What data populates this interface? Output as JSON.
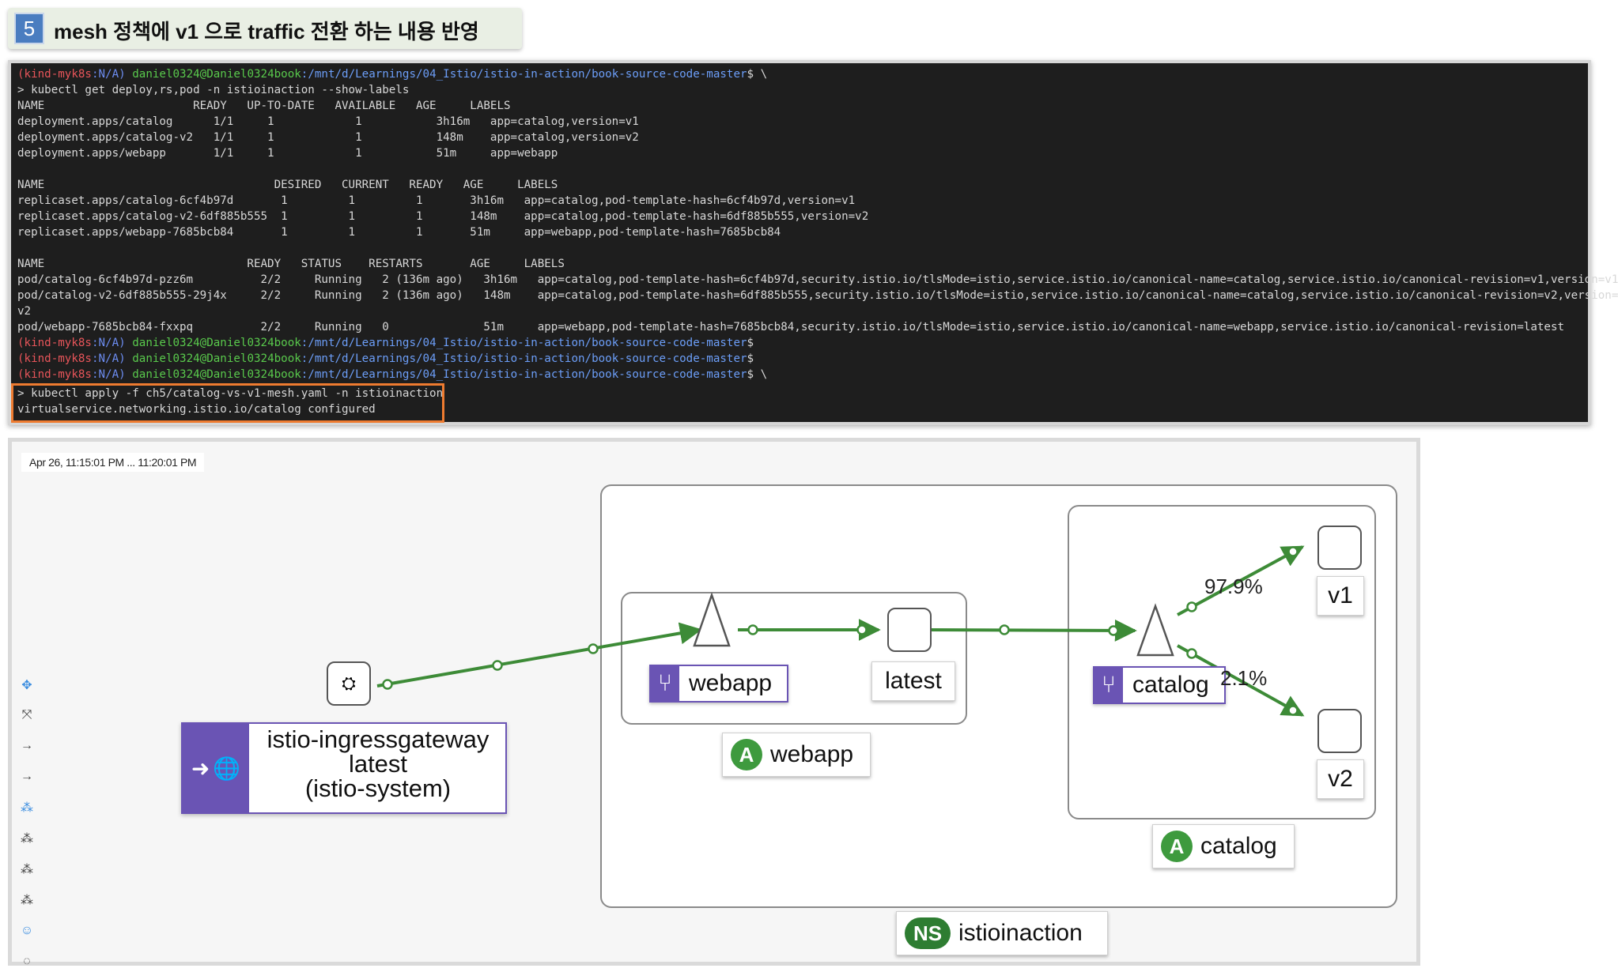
{
  "header": {
    "step_number": "5",
    "title": "mesh 정책에 v1 으로 traffic 전환 하는 내용 반영"
  },
  "terminal": {
    "prompt": {
      "context": "(kind-myk8s",
      "colon_na": ":N/A)",
      "user_host": "daniel0324@Daniel0324book",
      "path": ":/mnt/d/Learnings/04_Istio/istio-in-action/book-source-code-master",
      "suffix": "$ \\",
      "suffix_plain": "$",
      "path_partial": ":/mnt/d/Learnings/04_Istio/istio-in-action/book-source-code-master"
    },
    "cmd_get": "> kubectl get deploy,rs,pod -n istioinaction --show-labels",
    "deploy_header": "NAME                      READY   UP-TO-DATE   AVAILABLE   AGE     LABELS",
    "deploy_rows": [
      "deployment.apps/catalog      1/1     1            1           3h16m   app=catalog,version=v1",
      "deployment.apps/catalog-v2   1/1     1            1           148m    app=catalog,version=v2",
      "deployment.apps/webapp       1/1     1            1           51m     app=webapp"
    ],
    "rs_header": "NAME                                  DESIRED   CURRENT   READY   AGE     LABELS",
    "rs_rows": [
      "replicaset.apps/catalog-6cf4b97d       1         1         1       3h16m   app=catalog,pod-template-hash=6cf4b97d,version=v1",
      "replicaset.apps/catalog-v2-6df885b555  1         1         1       148m    app=catalog,pod-template-hash=6df885b555,version=v2",
      "replicaset.apps/webapp-7685bcb84       1         1         1       51m     app=webapp,pod-template-hash=7685bcb84"
    ],
    "pod_header": "NAME                              READY   STATUS    RESTARTS       AGE     LABELS",
    "pod_rows": [
      "pod/catalog-6cf4b97d-pzz6m          2/2     Running   2 (136m ago)   3h16m   app=catalog,pod-template-hash=6cf4b97d,security.istio.io/tlsMode=istio,service.istio.io/canonical-name=catalog,service.istio.io/canonical-revision=v1,version=v1",
      "pod/catalog-v2-6df885b555-29j4x     2/2     Running   2 (136m ago)   148m    app=catalog,pod-template-hash=6df885b555,security.istio.io/tlsMode=istio,service.istio.io/canonical-name=catalog,service.istio.io/canonical-revision=v2,version=",
      "v2",
      "pod/webapp-7685bcb84-fxxpq          2/2     Running   0              51m     app=webapp,pod-template-hash=7685bcb84,security.istio.io/tlsMode=istio,service.istio.io/canonical-name=webapp,service.istio.io/canonical-revision=latest"
    ],
    "cmd_apply": "> kubectl apply -f ch5/catalog-vs-v1-mesh.yaml -n istioinaction",
    "apply_result": "virtualservice.networking.istio.io/catalog configured"
  },
  "graph": {
    "time_range": "Apr 26, 11:15:01 PM ... 11:20:01 PM",
    "ingress": {
      "name": "istio-ingressgateway",
      "version": "latest",
      "namespace": "(istio-system)"
    },
    "webapp_service": "webapp",
    "webapp_version": "latest",
    "webapp_app_badge": "A",
    "webapp_app": "webapp",
    "catalog_service": "catalog",
    "catalog_app_badge": "A",
    "catalog_app": "catalog",
    "v1_label": "v1",
    "v2_label": "v2",
    "pct_v1": "97.9%",
    "pct_v2": "2.1%",
    "ns_badge": "NS",
    "ns_name": "istioinaction",
    "edge_color": "#3d8b37",
    "service_color": "#6a54b4"
  },
  "toolbar_icons": [
    "move-icon",
    "fit-icon",
    "arrow-right-icon",
    "arrow-right-icon",
    "layout-icon",
    "layout-icon",
    "layout-icon",
    "layout-icon",
    "legend-icon",
    "extra-icon"
  ]
}
